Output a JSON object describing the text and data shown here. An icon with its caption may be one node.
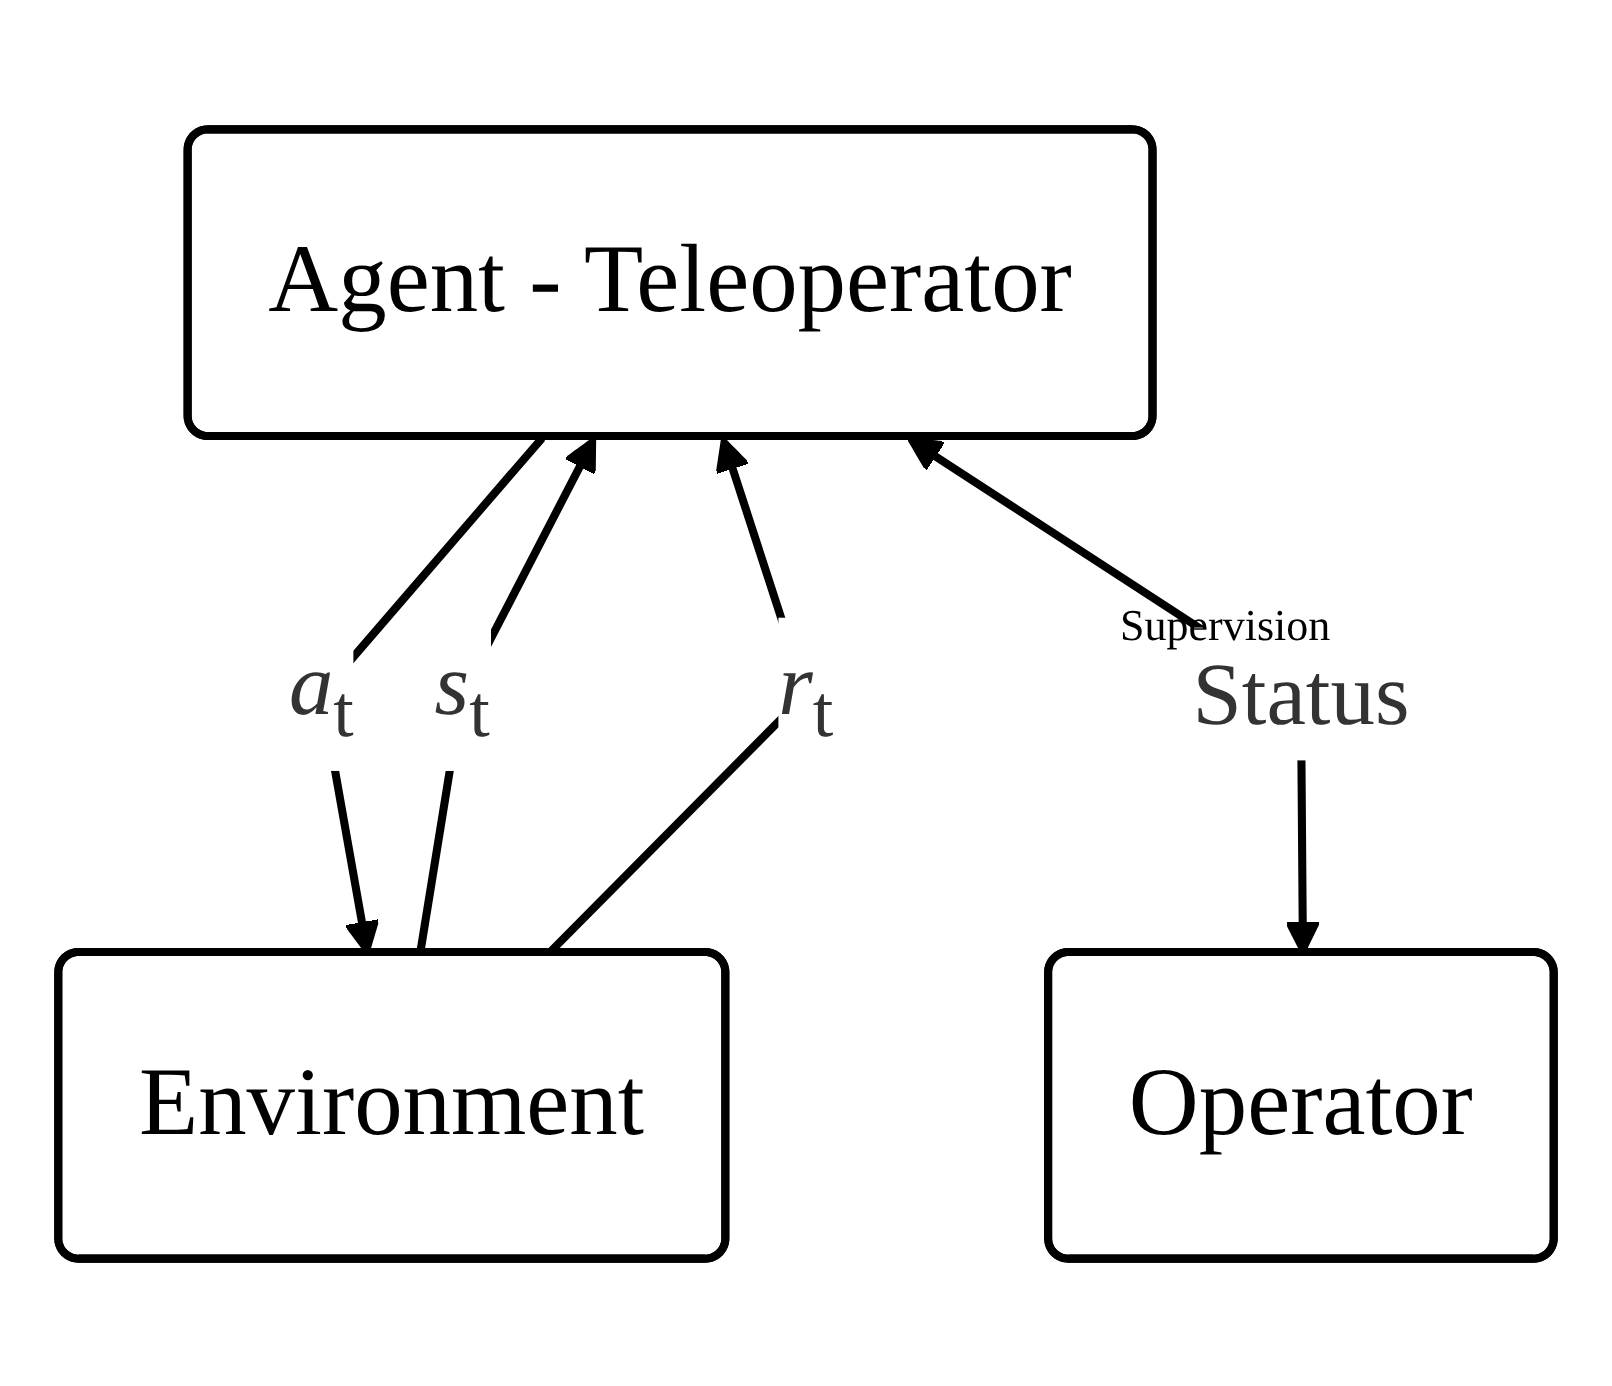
{
  "diagram": {
    "nodes": [
      {
        "text": [
          "Agent - Teleoperator"
        ]
      },
      {
        "text": [
          "Operator"
        ]
      },
      {
        "text": [
          "Environment"
        ]
      }
    ],
    "edges": [
      {
        "from": 2,
        "to": 0,
        "arrow": "to",
        "label": "*s*$_{t}$"
      },
      {
        "from": 2,
        "to": 0,
        "arrow": "to",
        "label": "*r*$_{t}$"
      },
      {
        "from": 0,
        "to": 2,
        "arrow": "to",
        "label": "*a*$_{t}$"
      },
      {
        "from": 0,
        "to": 1,
        "arrow": "both",
        "label": "Status"
      }
    ],
    "labels": [
      "Supervision"
    ]
  }
}
